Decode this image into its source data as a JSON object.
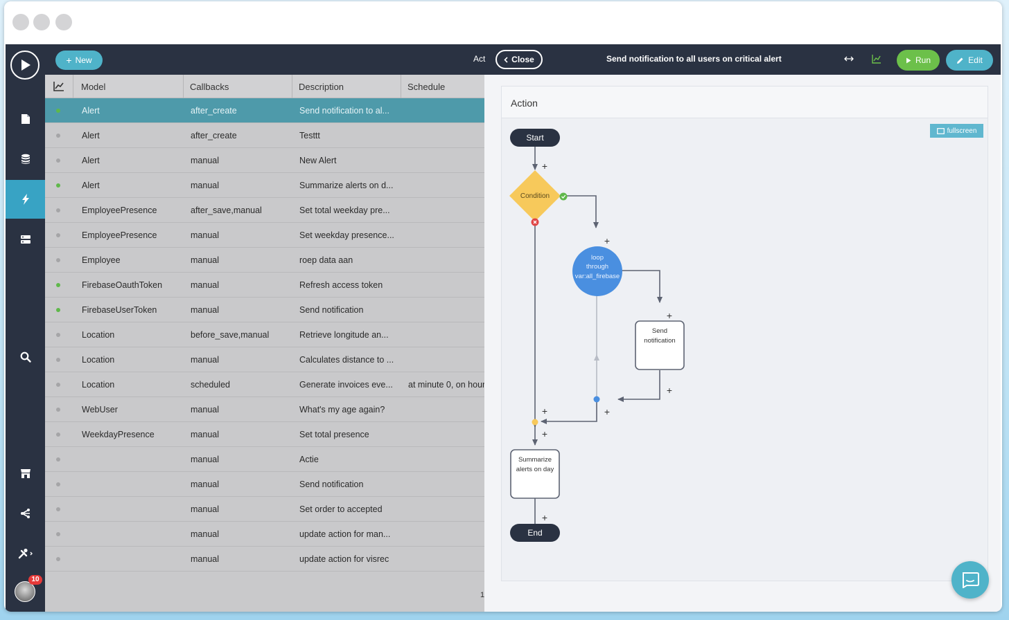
{
  "toolbar": {
    "new_label": "New",
    "act_label": "Act",
    "close_label": "Close",
    "title": "Send notification to all users on critical alert",
    "run_label": "Run",
    "edit_label": "Edit"
  },
  "sidebar": {
    "badge_count": "10",
    "items": [
      {
        "icon": "document-icon",
        "active": false
      },
      {
        "icon": "database-icon",
        "active": false
      },
      {
        "icon": "lightning-icon",
        "active": true
      },
      {
        "icon": "server-icon",
        "active": false
      },
      {
        "icon": "search-icon",
        "active": false
      },
      {
        "icon": "store-icon",
        "active": false
      },
      {
        "icon": "share-icon",
        "active": false
      },
      {
        "icon": "tools-icon",
        "active": false
      }
    ]
  },
  "table": {
    "columns": [
      "Model",
      "Callbacks",
      "Description",
      "Schedule"
    ],
    "rows": [
      {
        "status": "active",
        "model": "Alert",
        "callbacks": "after_create",
        "description": "Send notification to al...",
        "schedule": ""
      },
      {
        "status": "inactive",
        "model": "Alert",
        "callbacks": "after_create",
        "description": "Testtt",
        "schedule": ""
      },
      {
        "status": "inactive",
        "model": "Alert",
        "callbacks": "manual",
        "description": "New Alert",
        "schedule": ""
      },
      {
        "status": "active",
        "model": "Alert",
        "callbacks": "manual",
        "description": "Summarize alerts on d...",
        "schedule": ""
      },
      {
        "status": "inactive",
        "model": "EmployeePresence",
        "callbacks": "after_save,manual",
        "description": "Set total weekday pre...",
        "schedule": ""
      },
      {
        "status": "inactive",
        "model": "EmployeePresence",
        "callbacks": "manual",
        "description": "Set weekday presence...",
        "schedule": ""
      },
      {
        "status": "inactive",
        "model": "Employee",
        "callbacks": "manual",
        "description": "roep data aan",
        "schedule": ""
      },
      {
        "status": "active",
        "model": "FirebaseOauthToken",
        "callbacks": "manual",
        "description": "Refresh access token",
        "schedule": ""
      },
      {
        "status": "active",
        "model": "FirebaseUserToken",
        "callbacks": "manual",
        "description": "Send notification",
        "schedule": ""
      },
      {
        "status": "inactive",
        "model": "Location",
        "callbacks": "before_save,manual",
        "description": "Retrieve longitude an...",
        "schedule": ""
      },
      {
        "status": "inactive",
        "model": "Location",
        "callbacks": "manual",
        "description": "Calculates distance to ...",
        "schedule": ""
      },
      {
        "status": "inactive",
        "model": "Location",
        "callbacks": "scheduled",
        "description": "Generate invoices eve...",
        "schedule": "at minute 0, on hour"
      },
      {
        "status": "inactive",
        "model": "WebUser",
        "callbacks": "manual",
        "description": "What's my age again?",
        "schedule": ""
      },
      {
        "status": "inactive",
        "model": "WeekdayPresence",
        "callbacks": "manual",
        "description": "Set total presence",
        "schedule": ""
      },
      {
        "status": "inactive",
        "model": "",
        "callbacks": "manual",
        "description": "Actie",
        "schedule": ""
      },
      {
        "status": "inactive",
        "model": "",
        "callbacks": "manual",
        "description": "Send notification",
        "schedule": ""
      },
      {
        "status": "inactive",
        "model": "",
        "callbacks": "manual",
        "description": "Set order to accepted",
        "schedule": ""
      },
      {
        "status": "inactive",
        "model": "",
        "callbacks": "manual",
        "description": "update action for man...",
        "schedule": ""
      },
      {
        "status": "inactive",
        "model": "",
        "callbacks": "manual",
        "description": "update action for visrec",
        "schedule": ""
      }
    ],
    "page": "1"
  },
  "action_panel": {
    "title": "Action",
    "fullscreen_label": "fullscreen",
    "flow": {
      "start": "Start",
      "condition": "Condition",
      "loop": [
        "loop",
        "through",
        "var:all_firebase"
      ],
      "send": [
        "Send",
        "notification"
      ],
      "summarize": [
        "Summarize",
        "alerts on day"
      ],
      "end": "End",
      "plus": "+"
    }
  },
  "colors": {
    "sidebar": "#2a3242",
    "accent": "#4fb3c9",
    "run": "#6cc04a",
    "condition": "#f7c95b",
    "loop": "#4a8fe0",
    "node_dark": "#2a3242"
  }
}
